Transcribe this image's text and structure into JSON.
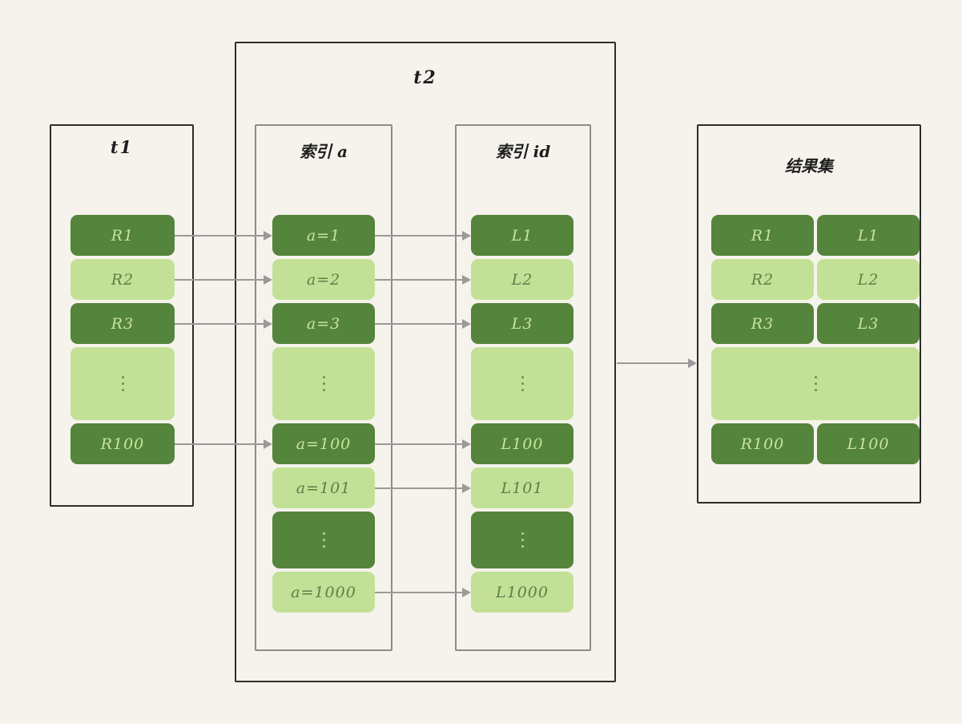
{
  "diagram": {
    "title_t1": "t1",
    "title_t2": "t2",
    "title_index_a": "索引 a",
    "title_index_id": "索引 id",
    "title_result": "结果集",
    "colors": {
      "background": "#f5f3ec",
      "dark_green": "#55843c",
      "light_green": "#c3e196",
      "dark_text": "#c7e59c",
      "light_text": "#5c7f47",
      "outer_border": "#2d2d2d",
      "inner_border": "#8c8c8c",
      "arrow": "#9a9a9a"
    },
    "ellipsis": "⋮"
  },
  "t1_rows": [
    {
      "label": "R1",
      "tone": "dark"
    },
    {
      "label": "R2",
      "tone": "light"
    },
    {
      "label": "R3",
      "tone": "dark"
    },
    {
      "label": "",
      "tone": "light",
      "ellipsis": true
    },
    {
      "label": "R100",
      "tone": "dark"
    }
  ],
  "index_a_rows": [
    {
      "label": "a=1",
      "tone": "dark"
    },
    {
      "label": "a=2",
      "tone": "light"
    },
    {
      "label": "a=3",
      "tone": "dark"
    },
    {
      "label": "",
      "tone": "light",
      "ellipsis": true
    },
    {
      "label": "a=100",
      "tone": "dark"
    },
    {
      "label": "a=101",
      "tone": "light"
    },
    {
      "label": "",
      "tone": "dark",
      "ellipsis": true
    },
    {
      "label": "a=1000",
      "tone": "light"
    }
  ],
  "index_id_rows": [
    {
      "label": "L1",
      "tone": "dark"
    },
    {
      "label": "L2",
      "tone": "light"
    },
    {
      "label": "L3",
      "tone": "dark"
    },
    {
      "label": "",
      "tone": "light",
      "ellipsis": true
    },
    {
      "label": "L100",
      "tone": "dark"
    },
    {
      "label": "L101",
      "tone": "light"
    },
    {
      "label": "",
      "tone": "dark",
      "ellipsis": true
    },
    {
      "label": "L1000",
      "tone": "light"
    }
  ],
  "result_rows": [
    {
      "left": "R1",
      "right": "L1",
      "tone": "dark"
    },
    {
      "left": "R2",
      "right": "L2",
      "tone": "light"
    },
    {
      "left": "R3",
      "right": "L3",
      "tone": "dark"
    },
    {
      "left": "",
      "right": "",
      "tone": "light",
      "ellipsis": true,
      "merged": true
    },
    {
      "left": "R100",
      "right": "L100",
      "tone": "dark"
    }
  ]
}
